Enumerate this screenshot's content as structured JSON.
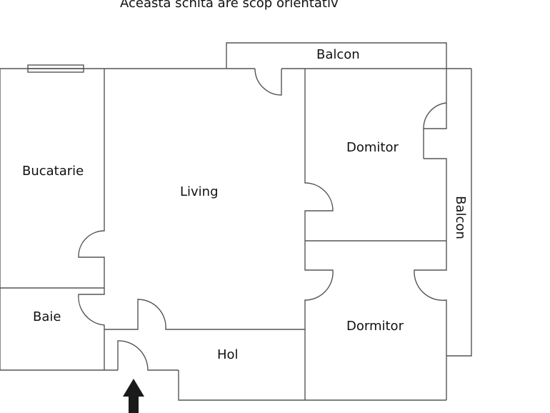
{
  "title": "Aceasta schita are scop orientativ",
  "rooms": {
    "balcon_top": "Balcon",
    "balcon_right": "Balcon",
    "bucatarie": "Bucatarie",
    "living": "Living",
    "domitor": "Domitor",
    "dormitor": "Dormitor",
    "baie": "Baie",
    "hol": "Hol"
  },
  "entrance_arrow_color": "#1a1a1a"
}
